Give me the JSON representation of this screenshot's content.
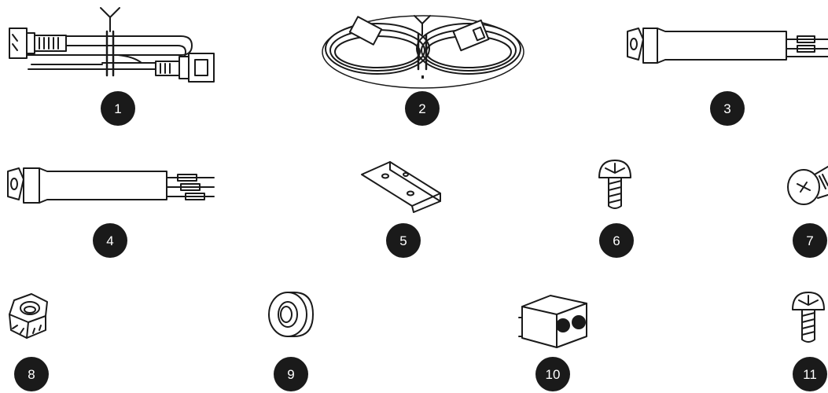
{
  "colors": {
    "line": "#1a1a1a",
    "badge": "#1a1a1a",
    "badge_text": "#ffffff",
    "background": "#ffffff"
  },
  "parts": [
    {
      "number": "1",
      "icon": "power-cord-icon"
    },
    {
      "number": "2",
      "icon": "coiled-cable-icon"
    },
    {
      "number": "3",
      "icon": "sensor-probe-icon"
    },
    {
      "number": "4",
      "icon": "sensor-probe-icon"
    },
    {
      "number": "5",
      "icon": "mounting-bracket-icon"
    },
    {
      "number": "6",
      "icon": "screw-icon"
    },
    {
      "number": "7",
      "icon": "flat-head-screw-icon"
    },
    {
      "number": "8",
      "icon": "hex-nut-icon"
    },
    {
      "number": "9",
      "icon": "washer-icon"
    },
    {
      "number": "10",
      "icon": "junction-box-icon"
    },
    {
      "number": "11",
      "icon": "screw-icon"
    }
  ]
}
